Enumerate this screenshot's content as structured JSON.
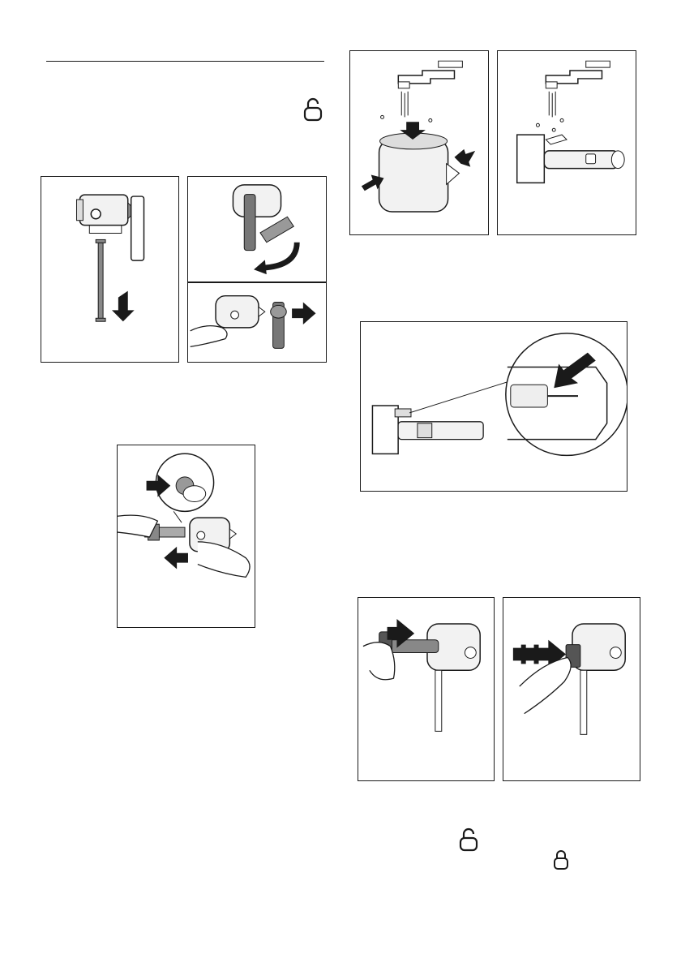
{
  "page": {
    "title_rule": "section-divider"
  },
  "icons": {
    "unlock_top": "unlocked-padlock-icon",
    "unlock_bottom": "unlocked-padlock-icon",
    "lock_bottom": "locked-padlock-icon"
  },
  "figures": [
    {
      "id": "fig-1a",
      "desc": "remove-tube-from-housing"
    },
    {
      "id": "fig-1b",
      "desc": "rotate-filter-holder"
    },
    {
      "id": "fig-1c",
      "desc": "pull-filter-out"
    },
    {
      "id": "fig-2",
      "desc": "press-release-and-pull-cartridge"
    },
    {
      "id": "fig-3a",
      "desc": "rinse-housing-under-tap"
    },
    {
      "id": "fig-3b",
      "desc": "rinse-filter-under-tap"
    },
    {
      "id": "fig-4",
      "desc": "check-filter-seal-detail"
    },
    {
      "id": "fig-5a",
      "desc": "insert-cartridge-into-housing"
    },
    {
      "id": "fig-5b",
      "desc": "push-cap-into-housing"
    }
  ]
}
